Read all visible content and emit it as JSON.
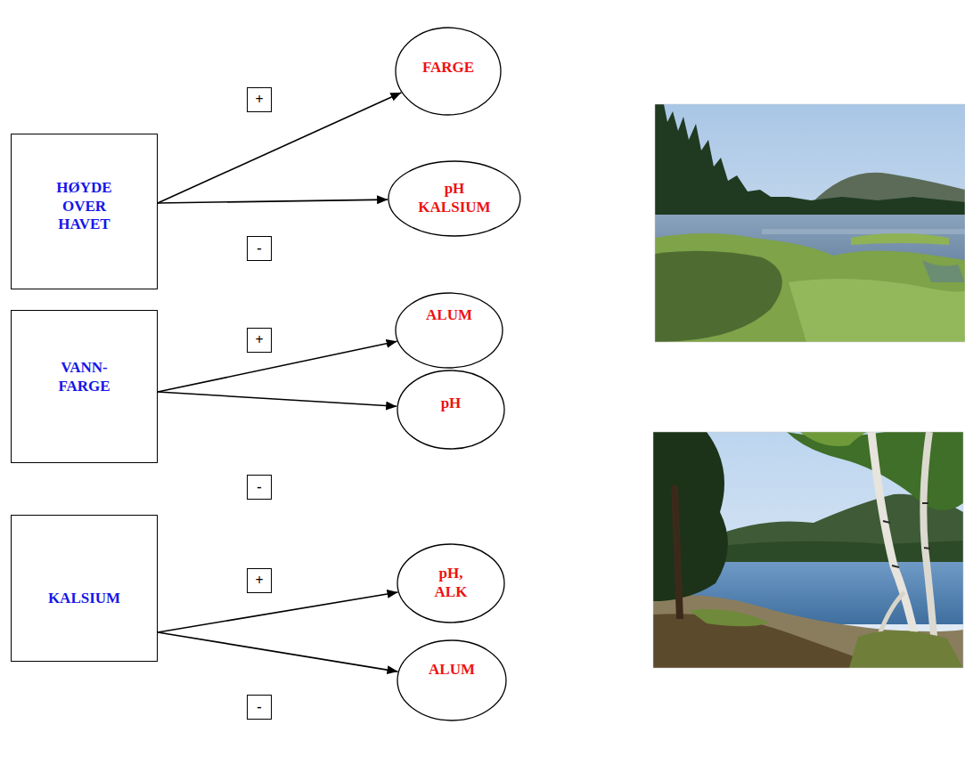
{
  "diagram": {
    "nodes": [
      {
        "text": [
          "HØYDE OVER HAVET"
        ]
      },
      {
        "text": [
          "+"
        ]
      },
      {
        "text": [
          "FARGE"
        ]
      },
      {
        "text": [
          "-"
        ]
      },
      {
        "text": [
          "pH KALSIUM"
        ]
      },
      {
        "text": [
          "VANN- FARGE"
        ]
      },
      {
        "text": [
          "+"
        ]
      },
      {
        "text": [
          "ALUM"
        ]
      },
      {
        "text": [
          "-"
        ]
      },
      {
        "text": [
          "pH"
        ]
      },
      {
        "text": [
          "KALSIUM"
        ]
      },
      {
        "text": [
          "+"
        ]
      },
      {
        "text": [
          "pH, ALK"
        ]
      },
      {
        "text": [
          "-"
        ]
      },
      {
        "text": [
          "ALUM"
        ]
      }
    ],
    "edges": [
      {
        "from": 0,
        "to": 2,
        "arrow": "to"
      },
      {
        "from": 0,
        "to": 4,
        "arrow": "to"
      },
      {
        "from": 5,
        "to": 7,
        "arrow": "to"
      },
      {
        "from": 5,
        "to": 9,
        "arrow": "to"
      },
      {
        "from": 10,
        "to": 12,
        "arrow": "to"
      },
      {
        "from": 10,
        "to": 14,
        "arrow": "to"
      }
    ]
  }
}
